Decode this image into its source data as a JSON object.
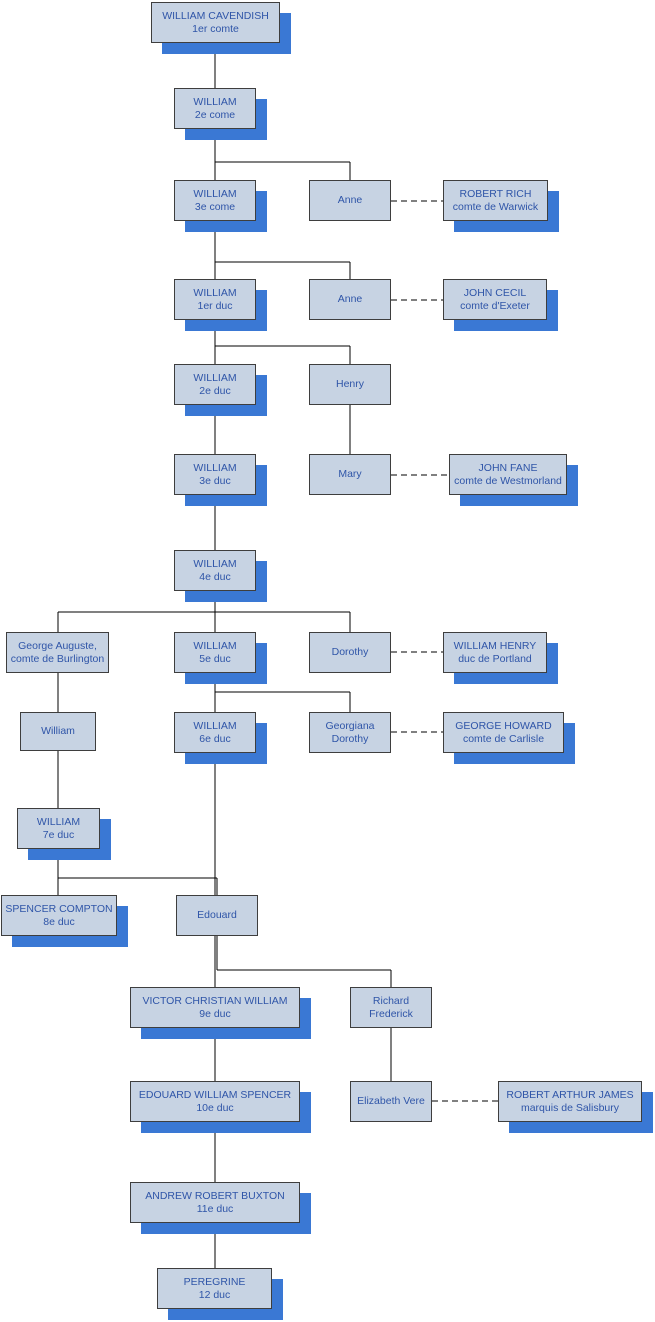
{
  "people": {
    "william_cavendish": {
      "name": "WILLIAM CAVENDISH",
      "title": "1er comte"
    },
    "william_2": {
      "name": "WILLIAM",
      "title": "2e come"
    },
    "william_3": {
      "name": "WILLIAM",
      "title": "3e come"
    },
    "anne_1": {
      "name": "Anne",
      "title": ""
    },
    "robert_rich": {
      "name": "ROBERT RICH",
      "title": "comte de Warwick"
    },
    "william_duc1": {
      "name": "WILLIAM",
      "title": "1er duc"
    },
    "anne_2": {
      "name": "Anne",
      "title": ""
    },
    "john_cecil": {
      "name": "JOHN CECIL",
      "title": "comte d'Exeter"
    },
    "william_duc2": {
      "name": "WILLIAM",
      "title": "2e duc"
    },
    "henry": {
      "name": "Henry",
      "title": ""
    },
    "william_duc3": {
      "name": "WILLIAM",
      "title": "3e duc"
    },
    "mary": {
      "name": "Mary",
      "title": ""
    },
    "john_fane": {
      "name": "JOHN FANE",
      "title": "comte de Westmorland"
    },
    "william_duc4": {
      "name": "WILLIAM",
      "title": "4e duc"
    },
    "george_auguste": {
      "name": "George Auguste,",
      "title": "comte de Burlington"
    },
    "william_duc5": {
      "name": "WILLIAM",
      "title": "5e duc"
    },
    "dorothy": {
      "name": "Dorothy",
      "title": ""
    },
    "william_henry": {
      "name": "WILLIAM HENRY",
      "title": "duc de Portland"
    },
    "william_plain": {
      "name": "William",
      "title": ""
    },
    "william_duc6": {
      "name": "WILLIAM",
      "title": "6e duc"
    },
    "georgiana": {
      "name": "Georgiana",
      "title": "Dorothy"
    },
    "george_howard": {
      "name": "GEORGE HOWARD",
      "title": "comte de Carlisle"
    },
    "william_duc7": {
      "name": "WILLIAM",
      "title": "7e duc"
    },
    "spencer_compton": {
      "name": "SPENCER COMPTON",
      "title": "8e duc"
    },
    "edouard": {
      "name": "Edouard",
      "title": ""
    },
    "victor": {
      "name": "VICTOR CHRISTIAN WILLIAM",
      "title": "9e duc"
    },
    "richard": {
      "name": "Richard",
      "title": "Frederick"
    },
    "edouard_ws": {
      "name": "EDOUARD WILLIAM SPENCER",
      "title": "10e duc"
    },
    "elizabeth": {
      "name": "Elizabeth Vere",
      "title": ""
    },
    "robert_arthur": {
      "name": "ROBERT ARTHUR JAMES",
      "title": "marquis de Salisbury"
    },
    "andrew": {
      "name": "ANDREW ROBERT BUXTON",
      "title": "11e duc"
    },
    "peregrine": {
      "name": "PEREGRINE",
      "title": "12 duc"
    }
  },
  "colors": {
    "box_fill": "#c7d3e3",
    "box_border": "#3e3e3e",
    "text": "#2f55a8",
    "shadow": "#3a78d4",
    "line": "#000000"
  }
}
